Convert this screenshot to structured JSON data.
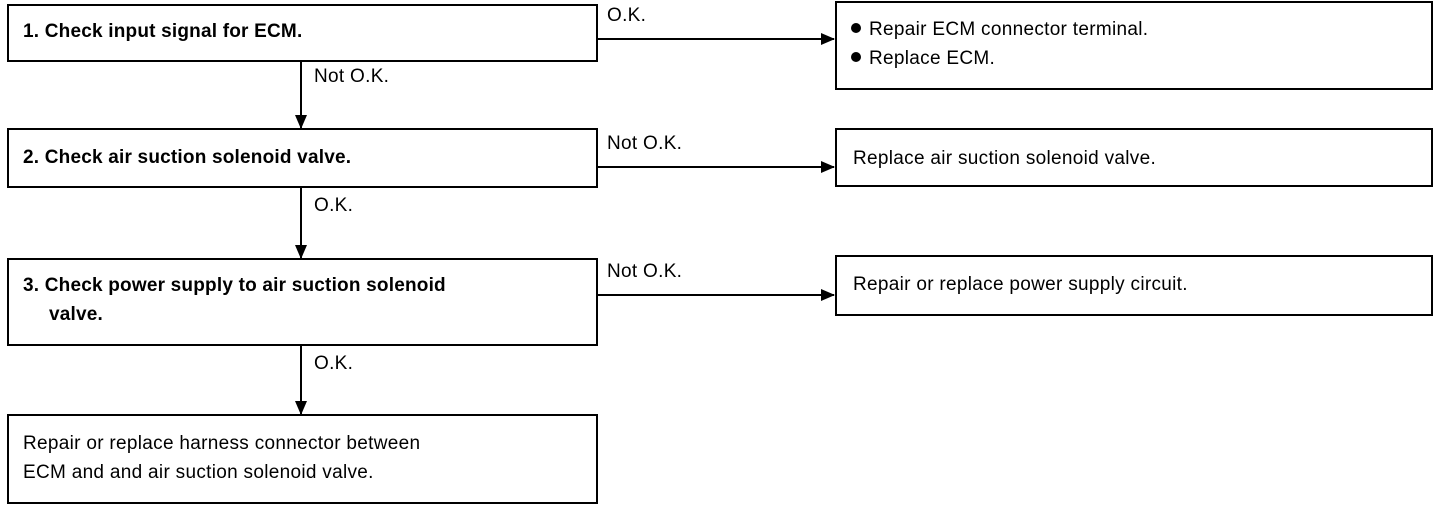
{
  "steps": [
    {
      "label": "1. Check input signal for ECM."
    },
    {
      "label": "2. Check air suction solenoid valve."
    },
    {
      "label": "3. Check power supply to air suction solenoid",
      "label_cont": "valve."
    }
  ],
  "actions": [
    {
      "items": [
        "Repair ECM connector terminal.",
        "Replace ECM."
      ]
    },
    {
      "text": "Replace air suction solenoid valve."
    },
    {
      "text": "Repair or replace power supply circuit."
    },
    {
      "line1": "Repair or replace harness connector between",
      "line2": "ECM and and air suction solenoid valve."
    }
  ],
  "edges": {
    "step1_right": "O.K.",
    "step1_down": "Not O.K.",
    "step2_right": "Not O.K.",
    "step2_down": "O.K.",
    "step3_right": "Not O.K.",
    "step3_down": "O.K."
  }
}
